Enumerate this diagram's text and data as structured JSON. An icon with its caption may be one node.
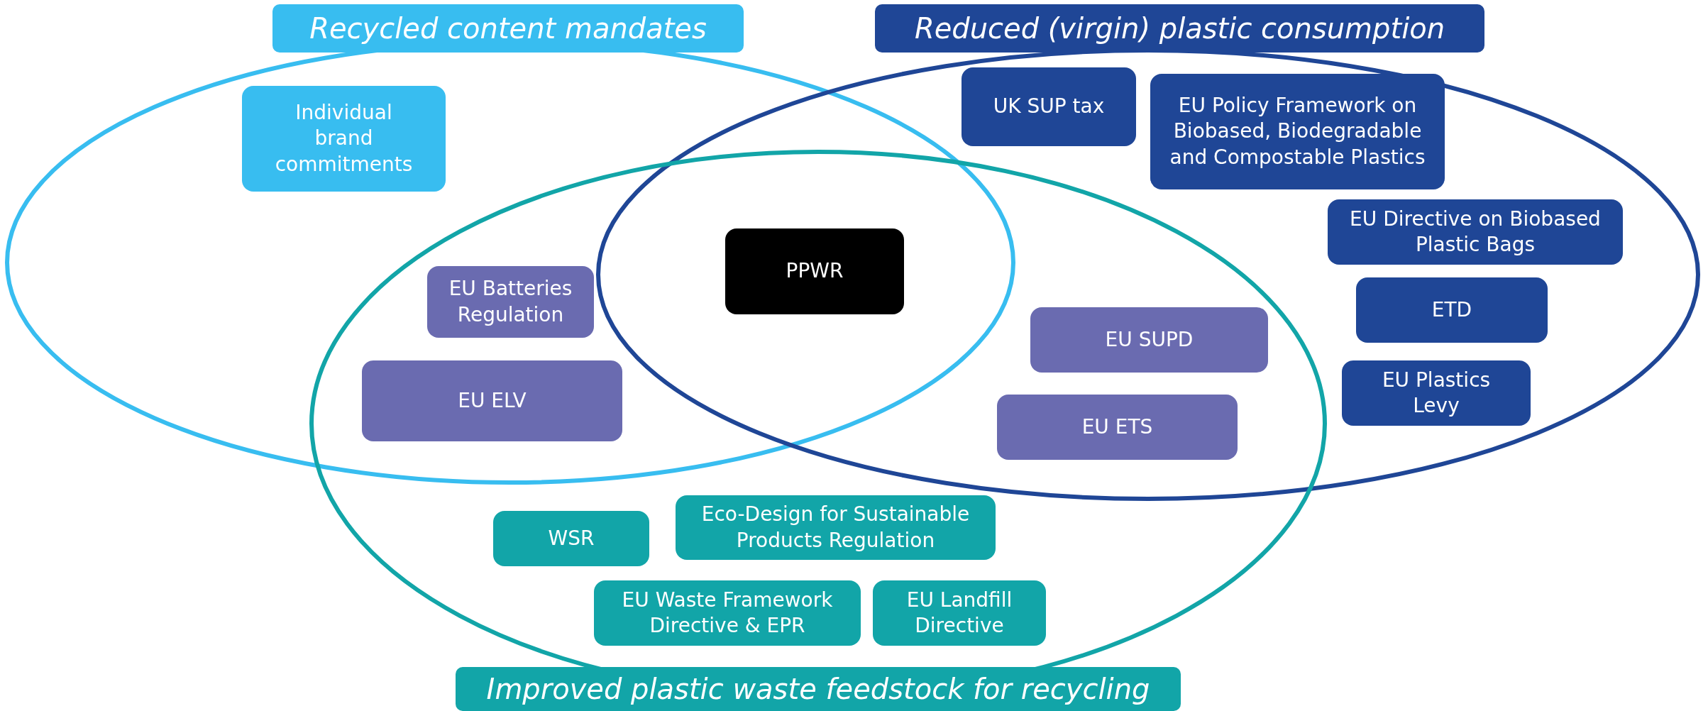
{
  "diagram": {
    "nodes": [
      {
        "text": [
          "Recycled content mandates"
        ]
      },
      {
        "text": [
          "Reduced (virgin) plastic consumption"
        ]
      },
      {
        "text": [
          "Individual brand commitments"
        ],
        "in": 0
      },
      {
        "text": [
          "UK SUP tax"
        ],
        "in": 1
      },
      {
        "text": [
          "EU Policy Framework on Biobased, Biodegradable and Compostable Plastics"
        ],
        "in": 1
      },
      {
        "text": [
          "EU Directive on Biobased Plastic Bags"
        ],
        "in": 1
      },
      {
        "text": [
          "PPWR"
        ]
      },
      {
        "text": [
          "EU Batteries Regulation"
        ]
      },
      {
        "text": [
          "ETD"
        ],
        "in": 1
      },
      {
        "text": [
          "EU SUPD"
        ]
      },
      {
        "text": [
          "EU ELV"
        ]
      },
      {
        "text": [
          "EU Plastics Levy"
        ],
        "in": 1
      },
      {
        "text": [
          "EU ETS"
        ]
      },
      {
        "text": [
          "Improved plastic waste feedstock for recycling"
        ]
      },
      {
        "text": [
          "Eco-Design for Sustainable Products Regulation"
        ],
        "in": 13
      },
      {
        "text": [
          "WSR"
        ],
        "in": 13
      },
      {
        "text": [
          "EU Waste Framework Directive & EPR"
        ],
        "in": 13
      },
      {
        "text": [
          "EU Landfill Directive"
        ],
        "in": 13
      }
    ],
    "edges": []
  }
}
